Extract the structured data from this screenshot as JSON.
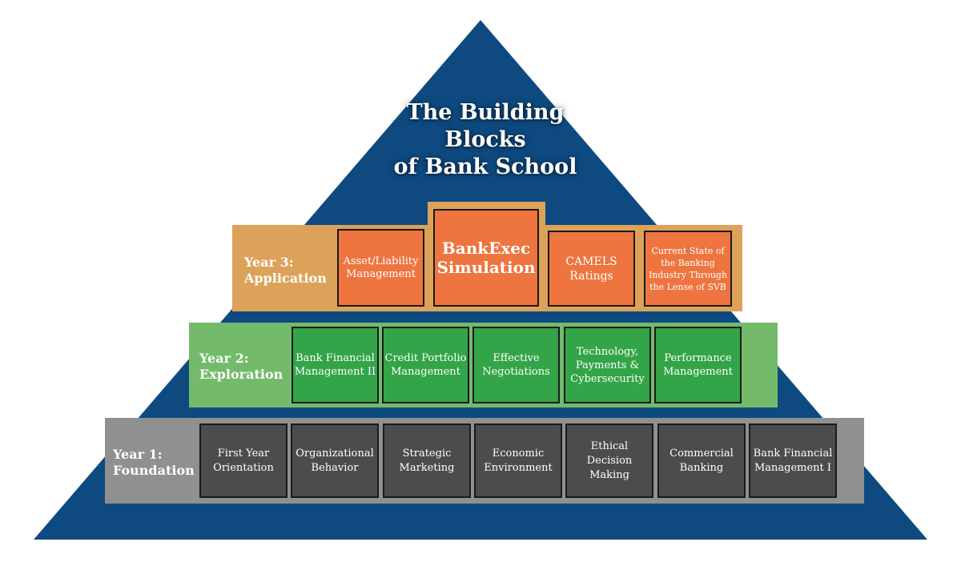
{
  "title": "The Building\nBlocks\nof Bank School",
  "colors": {
    "pyramid": "#0e4a80",
    "year3_band": "#dda25a",
    "year3_box": "#ee7440",
    "year2_band": "#73bb6a",
    "year2_box": "#33a447",
    "year1_band": "#909090",
    "year1_box": "#4c4c4e"
  },
  "year3": {
    "label": "Year 3:\nApplication",
    "courses": [
      "Asset/Liability\nManagement",
      "BankExec\nSimulation",
      "CAMELS\nRatings",
      "Current State of\nthe Banking\nIndustry Through\nthe Lense of SVB"
    ]
  },
  "year2": {
    "label": "Year 2:\nExploration",
    "courses": [
      "Bank Financial\nManagement II",
      "Credit Portfolio\nManagement",
      "Effective\nNegotiations",
      "Technology,\nPayments &\nCybersecurity",
      "Performance\nManagement"
    ]
  },
  "year1": {
    "label": "Year 1:\nFoundation",
    "courses": [
      "First Year\nOrientation",
      "Organizational\nBehavior",
      "Strategic\nMarketing",
      "Economic\nEnvironment",
      "Ethical\nDecision\nMaking",
      "Commercial\nBanking",
      "Bank Financial\nManagement I"
    ]
  }
}
